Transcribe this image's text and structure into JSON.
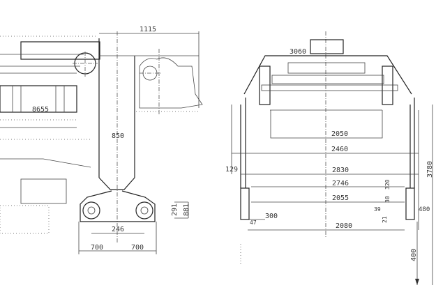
{
  "title": "Technical drawing — front and side elevations",
  "side_view": {
    "dimensions": {
      "top_width": "1115",
      "body_length": "8655",
      "column_height": "850",
      "pin_spacing": "246",
      "half_left": "700",
      "half_right": "700",
      "pin_height_a": "291",
      "pin_height_b": "881"
    }
  },
  "front_view": {
    "dimensions": {
      "top_label": "3060",
      "inner_width_1": "2050",
      "inner_width_2": "2460",
      "width_3": "2830",
      "width_4": "2746",
      "width_5": "2055",
      "base_width": "2080",
      "left_offset": "129",
      "foot_label": "300",
      "foot_angle": "47",
      "total_height": "3780",
      "side_a": "320",
      "side_b": "30",
      "side_c": "39",
      "side_d": "21",
      "right_offset": "480",
      "ground_drop": "400"
    }
  }
}
